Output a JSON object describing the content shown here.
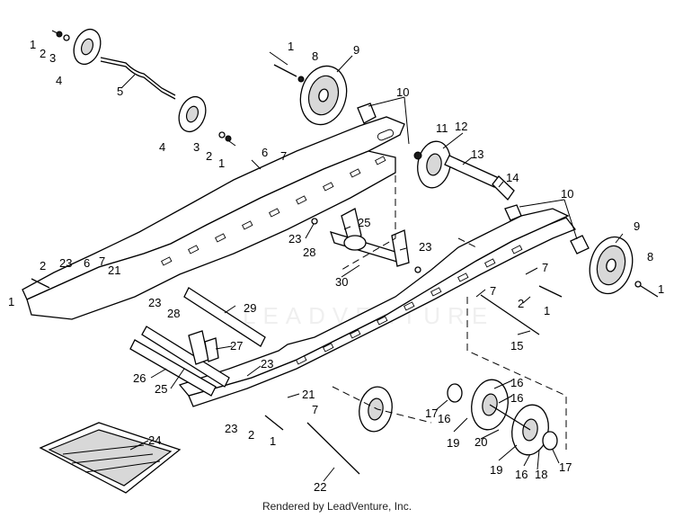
{
  "watermark": "LEADVENTURE",
  "footer": "Rendered by LeadVenture, Inc.",
  "callouts": {
    "c1a": "1",
    "c2a": "2",
    "c3a": "3",
    "c4a": "4",
    "c5": "5",
    "c4b": "4",
    "c3b": "3",
    "c2b": "2",
    "c1b": "1",
    "c1c": "1",
    "c8a": "8",
    "c9a": "9",
    "c10a": "10",
    "c11": "11",
    "c12": "12",
    "c13": "13",
    "c14": "14",
    "c6a": "6",
    "c7a": "7",
    "c10b": "10",
    "c9b": "9",
    "c8b": "8",
    "c1d": "1",
    "c7b": "7",
    "c7c": "7",
    "c2c": "2",
    "c1e": "1",
    "c15": "15",
    "c25a": "25",
    "c23a": "23",
    "c28a": "28",
    "c23b": "23",
    "c30": "30",
    "c2d": "2",
    "c23c": "23",
    "c6b": "6",
    "c7d": "7",
    "c21a": "21",
    "c1f": "1",
    "c23d": "23",
    "c29": "29",
    "c28b": "28",
    "c27": "27",
    "c26": "26",
    "c25b": "25",
    "c23e": "23",
    "c21b": "21",
    "c7e": "7",
    "c23f": "23",
    "c2e": "2",
    "c1g": "1",
    "c16a": "16",
    "c16b": "16",
    "c17a": "17",
    "c16c": "16",
    "c19a": "19",
    "c20": "20",
    "c19b": "19",
    "c16d": "16",
    "c18": "18",
    "c17b": "17",
    "c24": "24",
    "c22": "22"
  }
}
